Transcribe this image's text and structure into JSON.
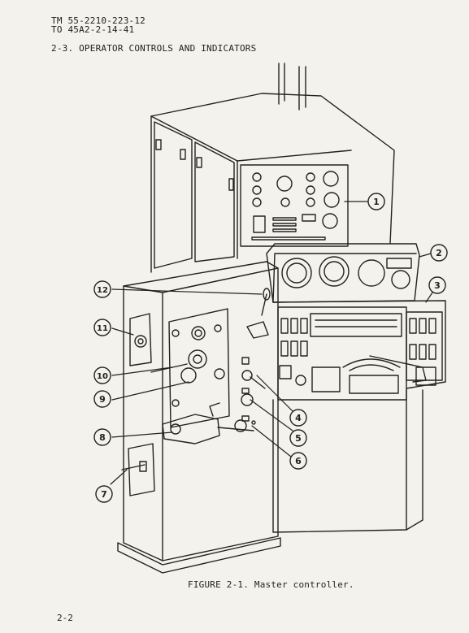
{
  "header": {
    "line1": "TM 55-2210-223-12",
    "line2": "TO 45A2-2-14-41"
  },
  "section_title": "2-3.  OPERATOR CONTROLS AND INDICATORS",
  "figure": {
    "caption": "FIGURE 2-1.  Master controller.",
    "callouts": [
      "1",
      "2",
      "3",
      "4",
      "5",
      "6",
      "7",
      "8",
      "9",
      "10",
      "11",
      "12"
    ]
  },
  "page_number": "2-2"
}
